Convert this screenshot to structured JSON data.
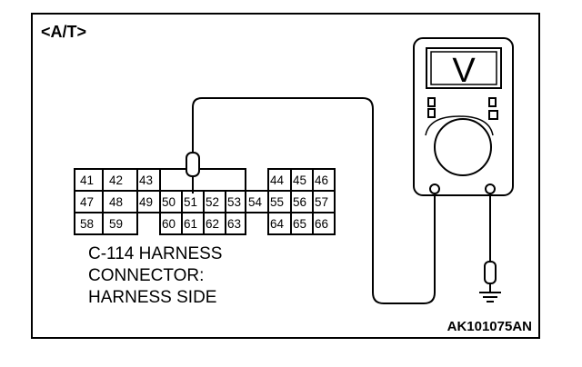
{
  "header": {
    "label": "<A/T>"
  },
  "connector": {
    "rows": [
      [
        "41",
        "42",
        "43",
        "44",
        "45",
        "46"
      ],
      [
        "47",
        "48",
        "49",
        "50",
        "51",
        "52",
        "53",
        "54",
        "55",
        "56",
        "57"
      ],
      [
        "58",
        "59",
        "60",
        "61",
        "62",
        "63",
        "64",
        "65",
        "66"
      ]
    ],
    "caption": [
      "C-114 HARNESS",
      "CONNECTOR:",
      "HARNESS SIDE"
    ]
  },
  "meter": {
    "display_symbol": "V"
  },
  "footer": {
    "code": "AK101075AN"
  },
  "colors": {
    "line": "#000000",
    "background": "#ffffff"
  }
}
